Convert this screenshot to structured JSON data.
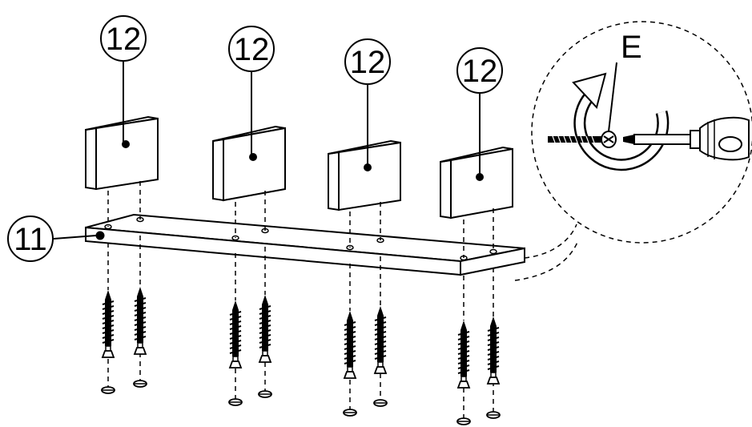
{
  "diagram": {
    "callouts": {
      "block_label": "12",
      "board_label": "11",
      "detail_label": "E"
    },
    "blocks": [
      {
        "label": "12"
      },
      {
        "label": "12"
      },
      {
        "label": "12"
      },
      {
        "label": "12"
      }
    ],
    "board": {
      "label": "11"
    },
    "detail": {
      "label": "E"
    },
    "screw_count": 8
  }
}
